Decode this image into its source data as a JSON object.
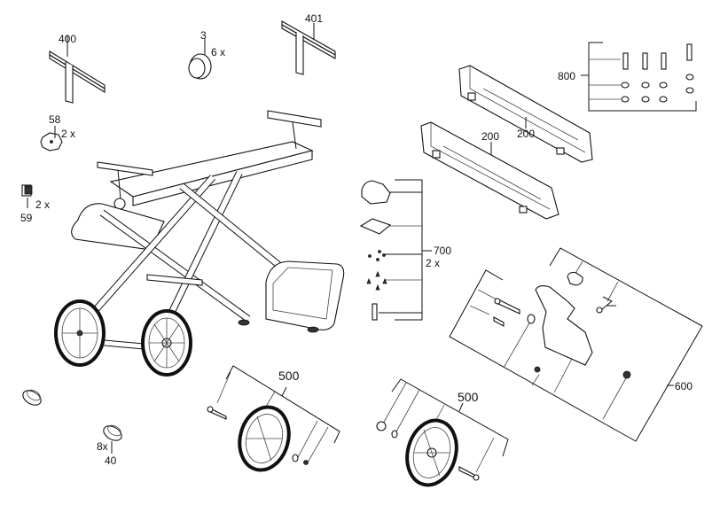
{
  "diagram": {
    "type": "exploded-parts-diagram",
    "subject": "Miter saw stand with wheels"
  },
  "labels": {
    "p400": "400",
    "p401": "401",
    "p3": "3",
    "p3_qty": "6 x",
    "p58": "58",
    "p58_qty": "2 x",
    "p59": "59",
    "p59_qty": "2 x",
    "p200a": "200",
    "p200b": "200",
    "p800": "800",
    "p700": "700",
    "p700_qty": "2 x",
    "p600": "600",
    "p500a": "500",
    "p500b": "500",
    "p40": "40",
    "p40_qty": "8x"
  }
}
